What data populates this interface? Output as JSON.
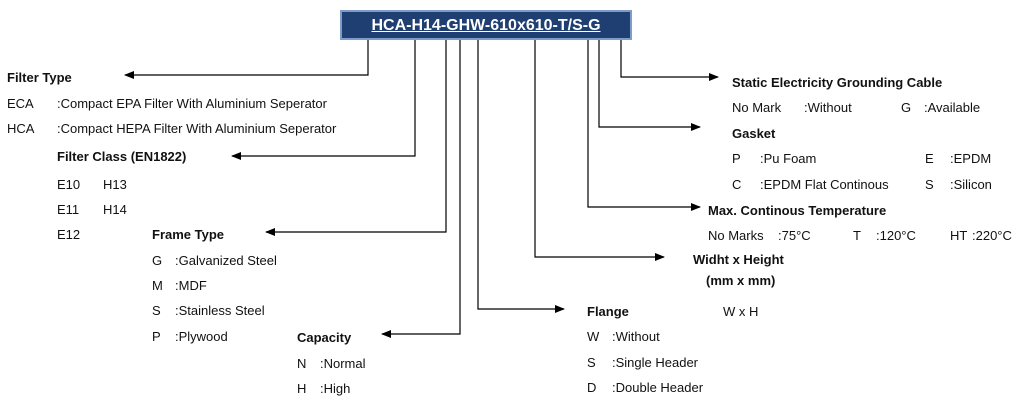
{
  "product_code": "HCA-H14-GHW-610x610-T/S-G",
  "filter_type": {
    "title": "Filter Type",
    "items": [
      {
        "code": "ECA",
        "desc": ":Compact EPA Filter With Aluminium Seperator"
      },
      {
        "code": "HCA",
        "desc": ":Compact HEPA Filter With Aluminium Seperator"
      }
    ]
  },
  "filter_class": {
    "title": "Filter Class (EN1822)",
    "col1": [
      "E10",
      "E11",
      "E12"
    ],
    "col2": [
      "H13",
      "H14"
    ]
  },
  "frame_type": {
    "title": "Frame Type",
    "items": [
      {
        "code": "G",
        "desc": ":Galvanized Steel"
      },
      {
        "code": "M",
        "desc": ":MDF"
      },
      {
        "code": "S",
        "desc": ":Stainless Steel"
      },
      {
        "code": "P",
        "desc": ":Plywood"
      }
    ]
  },
  "capacity": {
    "title": "Capacity",
    "items": [
      {
        "code": "N",
        "desc": ":Normal"
      },
      {
        "code": "H",
        "desc": ":High"
      }
    ]
  },
  "flange": {
    "title": "Flange",
    "items": [
      {
        "code": "W",
        "desc": ":Without"
      },
      {
        "code": "S",
        "desc": ":Single Header"
      },
      {
        "code": "D",
        "desc": ":Double Header"
      }
    ]
  },
  "dimensions": {
    "title_line1": "Widht x Height",
    "title_line2": "(mm x mm)",
    "format": "W x H"
  },
  "max_temperature": {
    "title": "Max. Continous Temperature",
    "items": [
      {
        "code": "No Marks",
        "desc": ":75°C"
      },
      {
        "code": "T",
        "desc": ":120°C"
      },
      {
        "code": "HT",
        "desc": ":220°C"
      }
    ]
  },
  "gasket": {
    "title": "Gasket",
    "items": [
      {
        "code": "P",
        "desc": ":Pu Foam"
      },
      {
        "code": "E",
        "desc": ":EPDM"
      },
      {
        "code": "C",
        "desc": ":EPDM Flat Continous"
      },
      {
        "code": "S",
        "desc": ":Silicon"
      }
    ]
  },
  "grounding": {
    "title": "Static Electricity Grounding Cable",
    "items": [
      {
        "code": "No Mark",
        "desc": ":Without"
      },
      {
        "code": "G",
        "desc": ":Available"
      }
    ]
  },
  "colors": {
    "code_box_bg": "#1f3f73",
    "code_box_border": "#7f9bc8",
    "code_text": "#ffffff",
    "line": "#000000",
    "text": "#111111"
  }
}
